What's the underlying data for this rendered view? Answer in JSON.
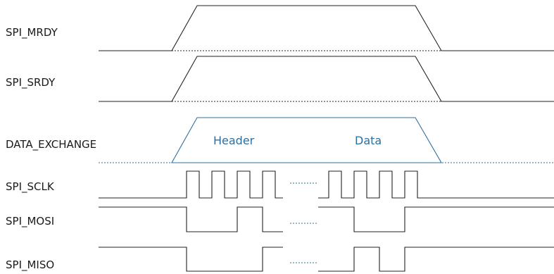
{
  "signals": {
    "mrdy": "SPI_MRDY",
    "srdy": "SPI_SRDY",
    "data_exchange": "DATA_EXCHANGE",
    "sclk": "SPI_SCLK",
    "mosi": "SPI_MOSI",
    "miso": "SPI_MISO"
  },
  "phases": {
    "header": "Header",
    "data": "Data"
  },
  "colors": {
    "line": "#222222",
    "accent": "#2e6f9e",
    "text": "#1a1a1a"
  }
}
